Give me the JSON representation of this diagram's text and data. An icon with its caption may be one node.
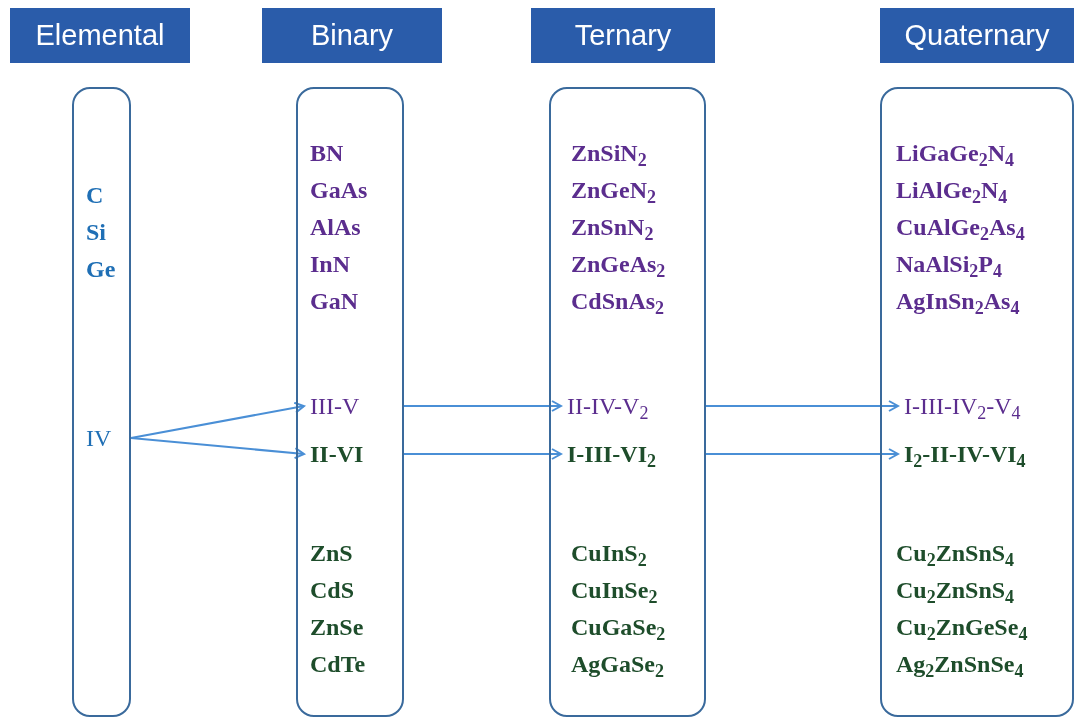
{
  "diagram": {
    "nodes": [
      {
        "text": [
          "Elemental"
        ]
      },
      {
        "text": [],
        "shape": "box"
      },
      {
        "text": [
          "C",
          "Si",
          "Ge"
        ],
        "in": 1
      },
      {
        "text": [
          "IV"
        ],
        "in": 1
      },
      {
        "text": [
          "Binary"
        ]
      },
      {
        "text": [],
        "shape": "box"
      },
      {
        "text": [
          "BN",
          "GaAs",
          "AlAs",
          "InN",
          "GaN"
        ],
        "in": 5
      },
      {
        "text": [
          "III-V"
        ],
        "in": 5
      },
      {
        "text": [
          "II-VI"
        ],
        "in": 5
      },
      {
        "text": [
          "ZnS",
          "CdS",
          "ZnSe",
          "CdTe"
        ],
        "in": 5
      },
      {
        "text": [
          "Ternary"
        ]
      },
      {
        "text": [],
        "shape": "box"
      },
      {
        "text": [
          "ZnSiN$_{2}$",
          "ZnGeN$_{2}$",
          "ZnSnN$_{2}$",
          "ZnGeAs$_{2}$",
          "CdSnAs$_{2}$"
        ],
        "in": 11
      },
      {
        "text": [
          "II-IV-V$_{2}$"
        ],
        "in": 11
      },
      {
        "text": [
          "I-III-VI$_{2}$"
        ],
        "in": 11
      },
      {
        "text": [
          "CuInS$_{2}$",
          "CuInSe$_{2}$",
          "CuGaSe$_{2}$",
          "AgGaSe$_{2}$"
        ],
        "in": 11
      },
      {
        "text": [
          "Quaternary"
        ]
      },
      {
        "text": [],
        "shape": "box"
      },
      {
        "text": [
          "LiGaGe$_{2}$N$_{4}$",
          "LiAlGe$_{2}$N$_{4}$",
          "CuAlGe$_{2}$As$_{4}$",
          "NaAlSi$_{2}$P$_{4}$",
          "AgInSn$_{2}$As$_{4}$"
        ],
        "in": 17
      },
      {
        "text": [
          "I-III-IV$_{2}$-V$_{4}$"
        ],
        "in": 17
      },
      {
        "text": [
          "I$_{2}$-II-IV-VI$_{4}$"
        ],
        "in": 17
      },
      {
        "text": [
          "Cu$_{2}$ZnSnS$_{4}$",
          "Cu$_{2}$ZnSnS$_{4}$",
          "Cu$_{2}$ZnGeSe$_{4}$",
          "Ag$_{2}$ZnSnSe$_{4}$"
        ],
        "in": 17
      }
    ],
    "edges": [
      {
        "from": 3,
        "to": 7,
        "arrow": "to"
      },
      {
        "from": 3,
        "to": 8,
        "arrow": "to"
      },
      {
        "from": 7,
        "to": 13,
        "arrow": "to"
      },
      {
        "from": 8,
        "to": 14,
        "arrow": "to"
      },
      {
        "from": 13,
        "to": 19,
        "arrow": "to"
      },
      {
        "from": 14,
        "to": 20,
        "arrow": "to"
      }
    ]
  }
}
